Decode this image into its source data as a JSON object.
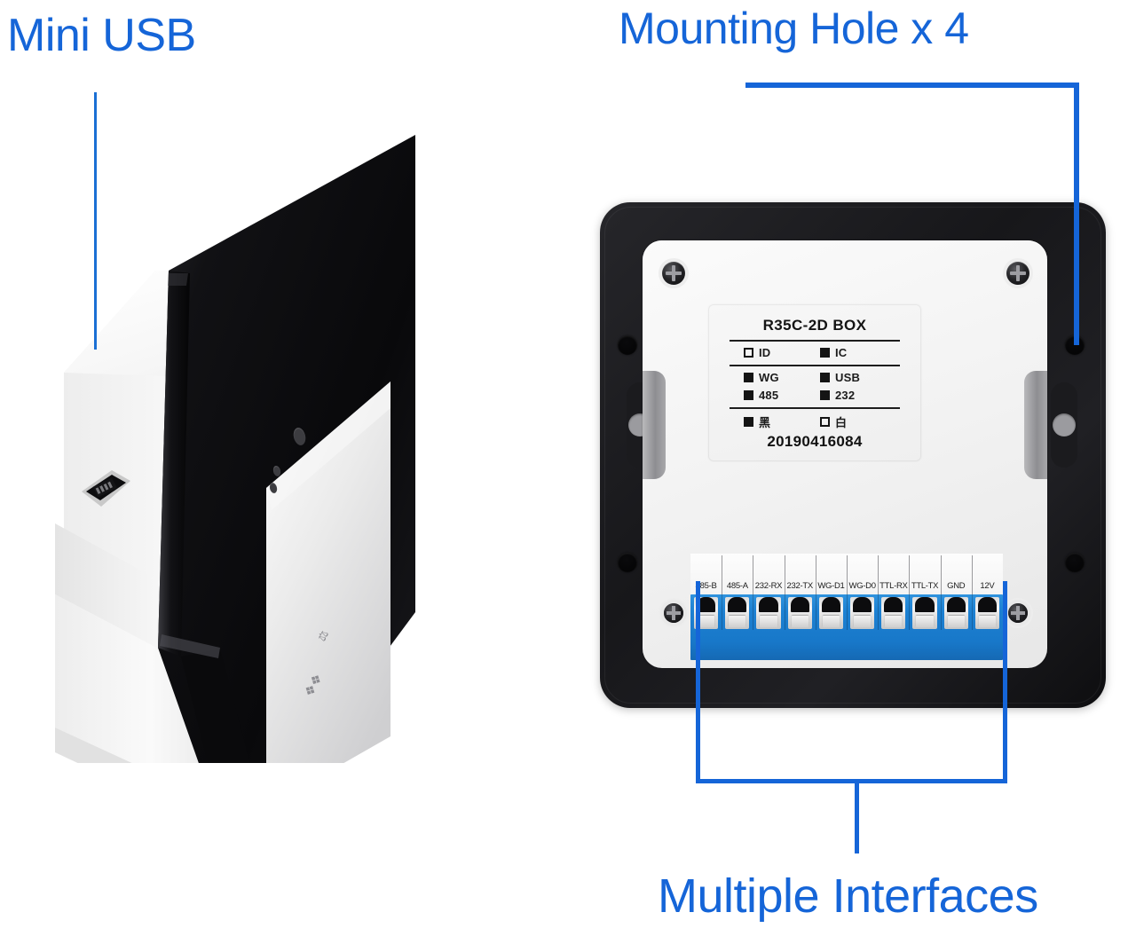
{
  "background_color": "#ffffff",
  "accent_color": "#1565d8",
  "annotations": [
    {
      "id": "mini-usb",
      "text": "Mini USB"
    },
    {
      "id": "mounting-hole",
      "text": "Mounting Hole x 4"
    },
    {
      "id": "multiple-interfaces",
      "text": "Multiple Interfaces"
    }
  ],
  "left_device": {
    "view": "front-angled",
    "body_color": "#f4f4f4",
    "bezel_color": "#101012",
    "port": {
      "name": "mini-usb-port",
      "color": "#141416"
    },
    "leds": [
      "led-indicator-1",
      "led-indicator-2",
      "led-indicator-3"
    ],
    "face_icons": [
      "scan-symbol-icon",
      "wifi-symbol-icon"
    ]
  },
  "right_device": {
    "view": "rear",
    "frame_color": "#1a1a1d",
    "plate_color": "#f3f3f3",
    "terminal_block_color": "#1878c9",
    "label": {
      "title": "R35C-2D BOX",
      "rows": [
        [
          {
            "checked": false,
            "text": "ID"
          },
          {
            "checked": true,
            "text": "IC"
          }
        ],
        [
          {
            "checked": true,
            "text": "WG"
          },
          {
            "checked": true,
            "text": "USB"
          }
        ],
        [
          {
            "checked": true,
            "text": "485"
          },
          {
            "checked": true,
            "text": "232"
          }
        ],
        [
          {
            "checked": true,
            "text": "黑"
          },
          {
            "checked": false,
            "text": "白"
          }
        ]
      ],
      "serial": "20190416084"
    },
    "terminals": [
      "485-B",
      "485-A",
      "232-RX",
      "232-TX",
      "WG-D1",
      "WG-D0",
      "TTL-RX",
      "TTL-TX",
      "GND",
      "12V"
    ],
    "mounting_holes_count": 4,
    "corner_screws_count": 4
  }
}
